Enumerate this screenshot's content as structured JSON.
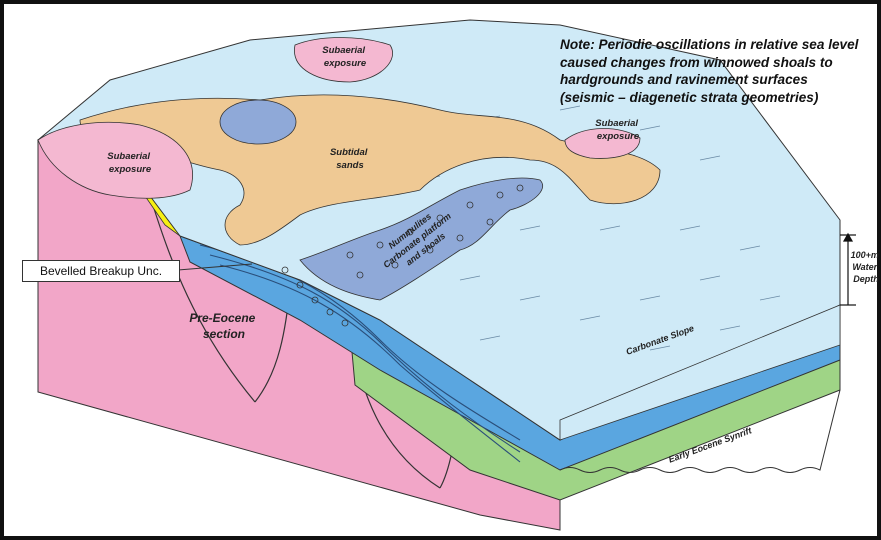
{
  "note": [
    "Note: Periodic oscillations in relative sea level",
    "caused changes from winnowed shoals to",
    "hardgrounds and ravinement surfaces",
    "(seismic – diagenetic strata geometries)"
  ],
  "labels": {
    "subaerial_top": [
      "Subaerial",
      "exposure"
    ],
    "subaerial_left": [
      "Subaerial",
      "exposure"
    ],
    "subaerial_right": [
      "Subaerial",
      "exposure"
    ],
    "subtidal": [
      "Subtidal",
      "sands"
    ],
    "nummulites": [
      "Nummulites",
      "Carbonate platform",
      "and shoals"
    ],
    "pre_eocene": [
      "Pre-Eocene",
      "section"
    ],
    "carbonate_slope": "Carbonate Slope",
    "early_eocene": "Early Eocene Synrift",
    "water_depth": [
      "100+m",
      "Water",
      "Depth"
    ],
    "bevelled": "Bevelled Breakup Unc."
  },
  "colors": {
    "sea": "#cfeaf7",
    "land": "#f4b8d1",
    "sand": "#efc994",
    "platform": "#8fa9d8",
    "blue_layer": "#5aa6e0",
    "green_layer": "#9fd486",
    "pink_section": "#f2a6c8",
    "yellow_wedge": "#f6ef14"
  },
  "icons": [
    "north-arrow-icon"
  ]
}
